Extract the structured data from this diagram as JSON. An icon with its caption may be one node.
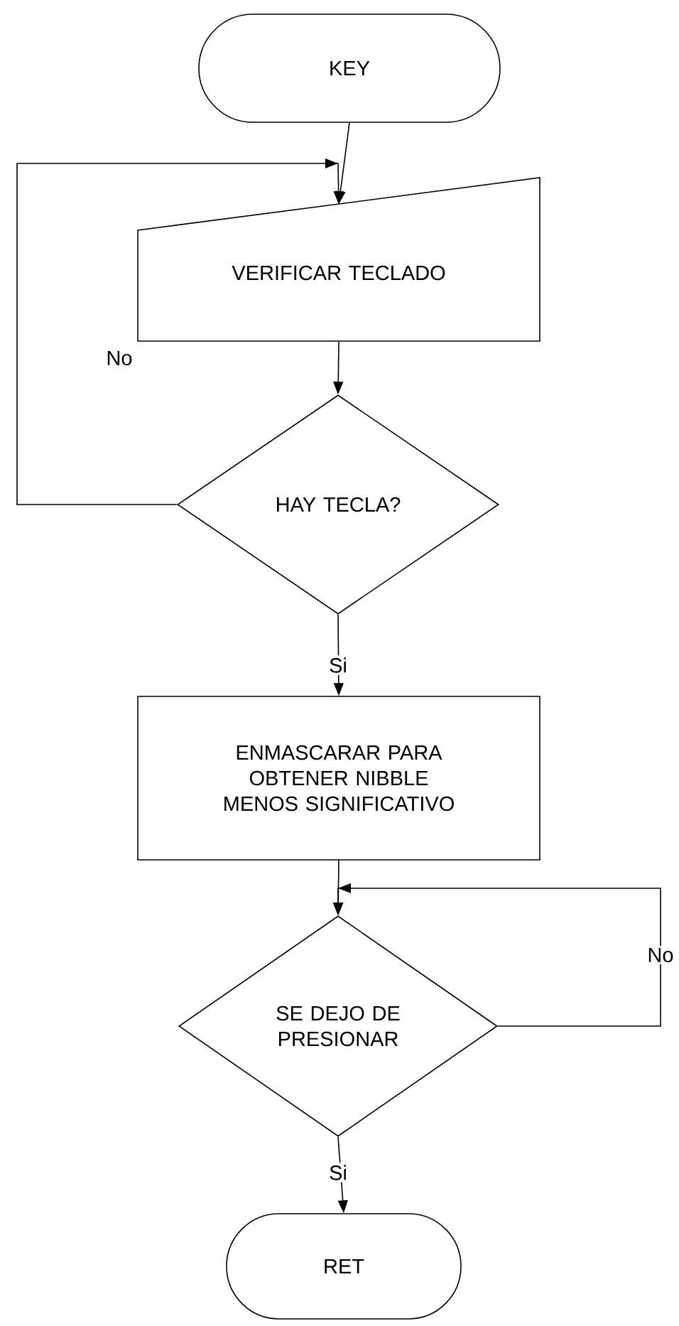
{
  "diagram": {
    "nodes": [
      {
        "text": [
          "KEY"
        ]
      },
      {
        "text": [
          "VERIFICAR TECLADO"
        ]
      },
      {
        "text": [
          "HAY TECLA?"
        ]
      },
      {
        "text": [
          "ENMASCARAR PARA OBTENER NIBBLE MENOS SIGNIFICATIVO"
        ]
      },
      {
        "text": [
          "SE DEJO DE PRESIONAR"
        ]
      },
      {
        "text": [
          "RET"
        ]
      }
    ],
    "edges": [
      {
        "from": 0,
        "to": 1,
        "arrow": "to"
      },
      {
        "from": 1,
        "to": 2,
        "arrow": "to"
      },
      {
        "from": 2,
        "to": 1,
        "arrow": "to",
        "label": "No"
      },
      {
        "from": 2,
        "to": 3,
        "arrow": "to",
        "label": "Si"
      },
      {
        "from": 3,
        "to": 4,
        "arrow": "to"
      },
      {
        "from": 4,
        "to": 4,
        "arrow": "to",
        "label": "No"
      },
      {
        "from": 4,
        "to": 5,
        "arrow": "to",
        "label": "Si"
      }
    ]
  }
}
